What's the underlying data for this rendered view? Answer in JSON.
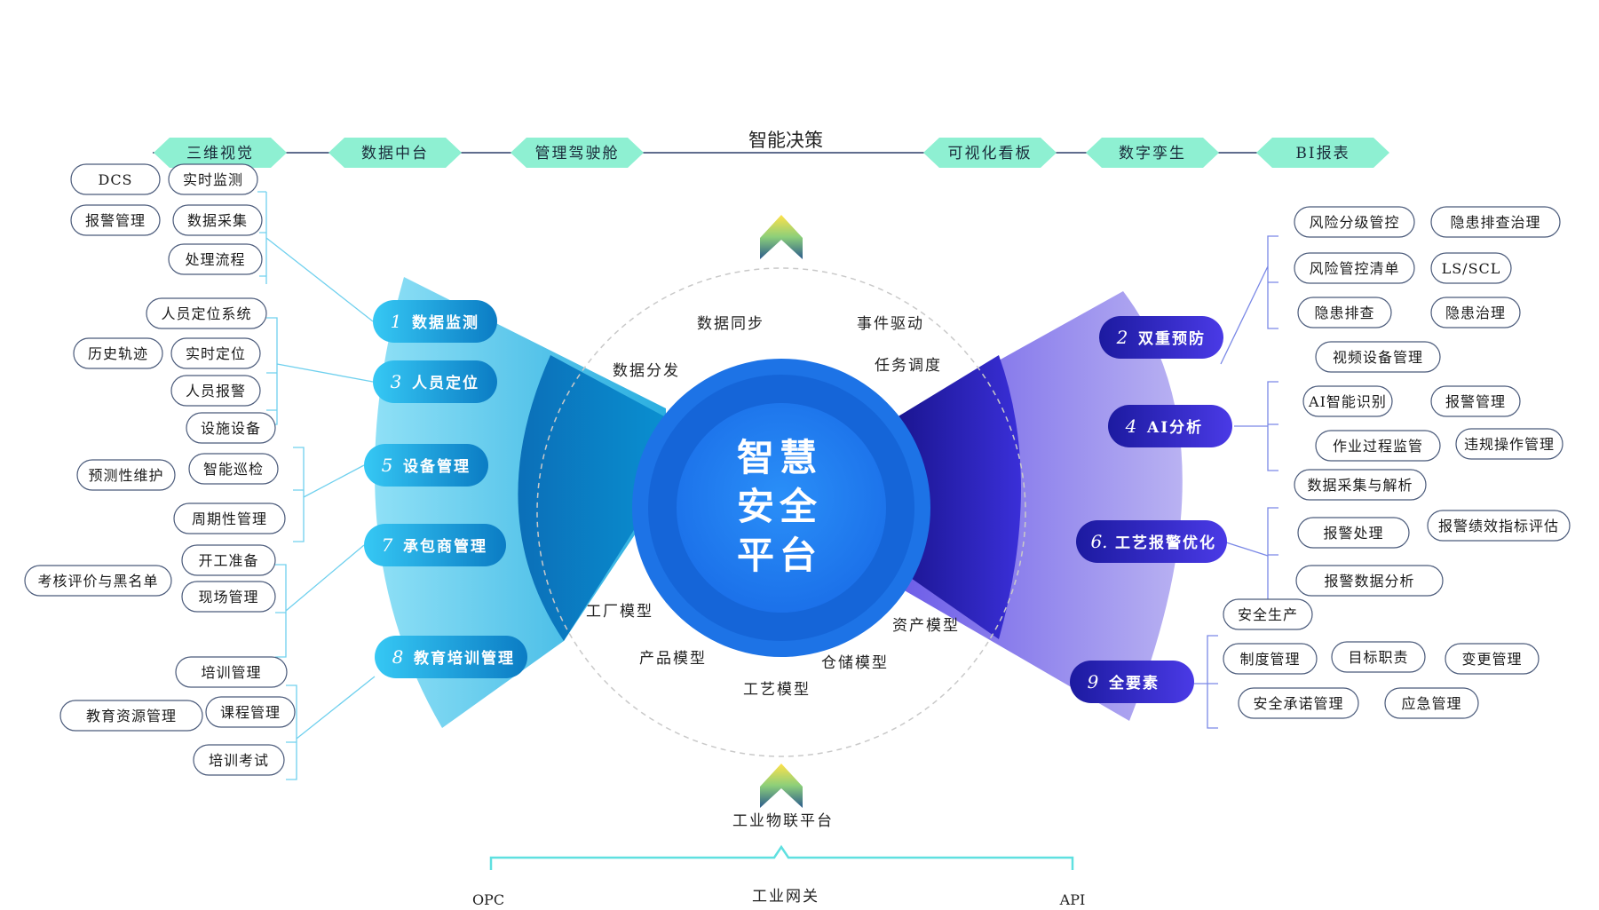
{
  "center_title": [
    "智慧",
    "安全",
    "平台"
  ],
  "top_bar": {
    "decision_label": "智能决策",
    "items": [
      "三维视觉",
      "数据中台",
      "管理驾驶舱",
      "可视化看板",
      "数字孪生",
      "BI报表"
    ]
  },
  "ring_labels": {
    "top": [
      "数据同步",
      "事件驱动",
      "数据分发",
      "任务调度"
    ],
    "bottom": [
      "工厂模型",
      "资产模型",
      "产品模型",
      "仓储模型",
      "工艺模型"
    ]
  },
  "left_modules": [
    {
      "number": "1",
      "label": "数据监测",
      "items": [
        "DCS",
        "实时监测",
        "报警管理",
        "数据采集",
        "处理流程"
      ]
    },
    {
      "number": "3",
      "label": "人员定位",
      "items": [
        "人员定位系统",
        "历史轨迹",
        "实时定位",
        "人员报警"
      ]
    },
    {
      "number": "5",
      "label": "设备管理",
      "items": [
        "设施设备",
        "预测性维护",
        "智能巡检",
        "周期性管理"
      ]
    },
    {
      "number": "7",
      "label": "承包商管理",
      "items": [
        "开工准备",
        "考核评价与黑名单",
        "现场管理"
      ]
    },
    {
      "number": "8",
      "label": "教育培训管理",
      "items": [
        "培训管理",
        "教育资源管理",
        "课程管理",
        "培训考试"
      ]
    }
  ],
  "right_modules": [
    {
      "number": "2",
      "label": "双重预防",
      "items": [
        "风险分级管控",
        "隐患排查治理",
        "风险管控清单",
        "LS/SCL",
        "隐患排查",
        "隐患治理"
      ]
    },
    {
      "number": "4",
      "label": "AI分析",
      "items": [
        "视频设备管理",
        "AI智能识别",
        "报警管理",
        "作业过程监管",
        "违规操作管理"
      ]
    },
    {
      "number": "6.",
      "label": "工艺报警优化",
      "items": [
        "数据采集与解析",
        "报警处理",
        "报警绩效指标评估",
        "报警数据分析"
      ]
    },
    {
      "number": "9",
      "label": "全要素",
      "items": [
        "安全生产",
        "制度管理",
        "目标职责",
        "变更管理",
        "安全承诺管理",
        "应急管理"
      ]
    }
  ],
  "bottom": {
    "platform_label": "工业物联平台",
    "items": [
      "OPC",
      "工业网关",
      "API"
    ]
  },
  "colors": {
    "top_tag": "#8ef0d2",
    "center_blue": "#1e7ff0",
    "left_wing": "#5cc8ec",
    "right_wing": "#6a58e6",
    "left_pill": "#1aa8e8",
    "right_pill": "#3e2ed6"
  }
}
